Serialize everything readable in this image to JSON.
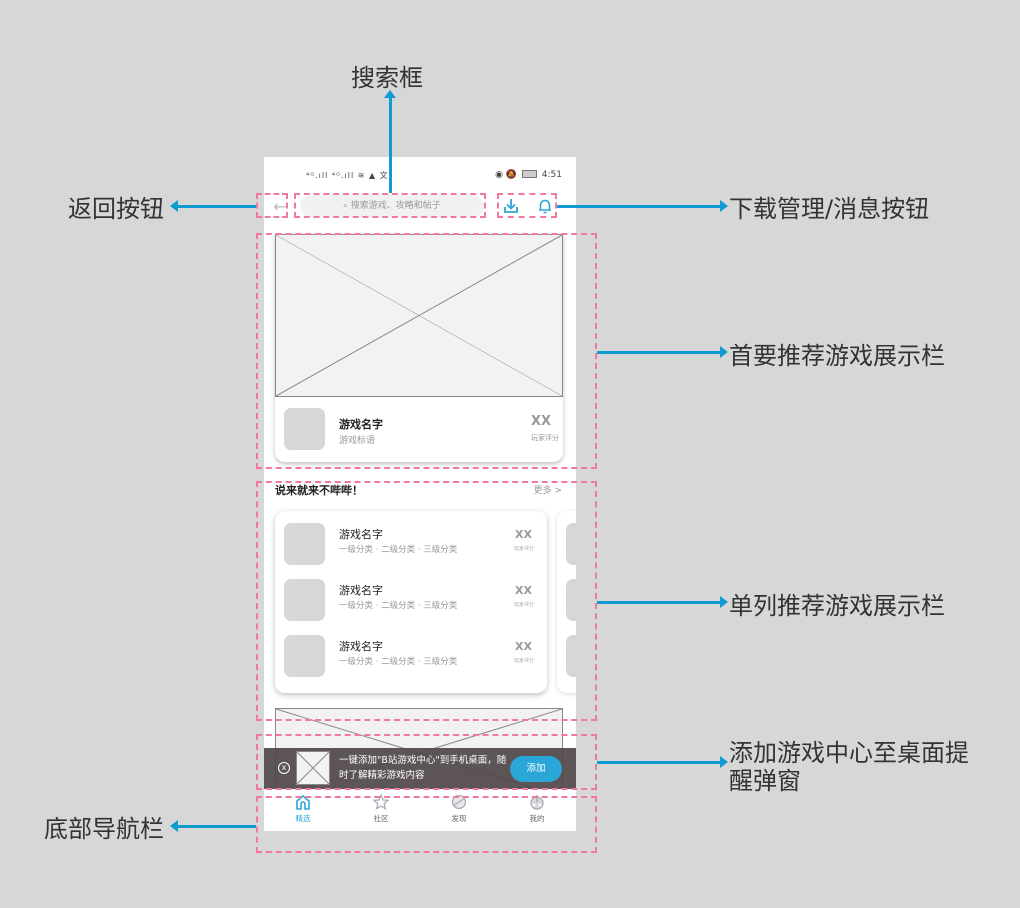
{
  "status_bar": {
    "left_icons": "⁴ᴳ.ıll ⁴ᴳ.ıll ≋ ▲ 文",
    "right_icons": "◉ 🔕",
    "time": "4:51"
  },
  "header": {
    "back_icon": "←",
    "search_placeholder": "搜索游戏、攻略和帖子",
    "search_icon": "⌕"
  },
  "featured": {
    "game_name": "游戏名字",
    "slogan": "游戏标语",
    "score": "XX",
    "score_label": "玩家评分"
  },
  "section": {
    "title": "说来就来不哔哔！",
    "more": "更多 >",
    "items": [
      {
        "name": "游戏名字",
        "categories": "一级分类 · 二级分类 · 三级分类",
        "score": "XX",
        "score_label": "玩家评分"
      },
      {
        "name": "游戏名字",
        "categories": "一级分类 · 二级分类 · 三级分类",
        "score": "XX",
        "score_label": "玩家评分"
      },
      {
        "name": "游戏名字",
        "categories": "一级分类 · 二级分类 · 三级分类",
        "score": "XX",
        "score_label": "玩家评分"
      }
    ]
  },
  "popup": {
    "close": "x",
    "message": "一键添加\"B站游戏中心\"到手机桌面，随时了解精彩游戏内容",
    "add_button": "添加"
  },
  "tabbar": {
    "items": [
      {
        "label": "精选",
        "icon": "home-icon",
        "active": true
      },
      {
        "label": "社区",
        "icon": "star-icon",
        "active": false
      },
      {
        "label": "发现",
        "icon": "planet-icon",
        "active": false
      },
      {
        "label": "我的",
        "icon": "profile-icon",
        "active": false
      }
    ]
  },
  "annotations": {
    "search_box": "搜索框",
    "back_button": "返回按钮",
    "download_message": "下载管理/消息按钮",
    "featured_section": "首要推荐游戏展示栏",
    "single_column_section": "单列推荐游戏展示栏",
    "add_to_desktop_popup_line1": "添加游戏中心至桌面提",
    "add_to_desktop_popup_line2": "醒弹窗",
    "bottom_nav": "底部导航栏"
  },
  "colors": {
    "accent": "#2ba6d9",
    "annotation_arrow": "#0f9ad1",
    "annotation_dash": "#ef7a9b",
    "background": "#d7d7d7"
  }
}
